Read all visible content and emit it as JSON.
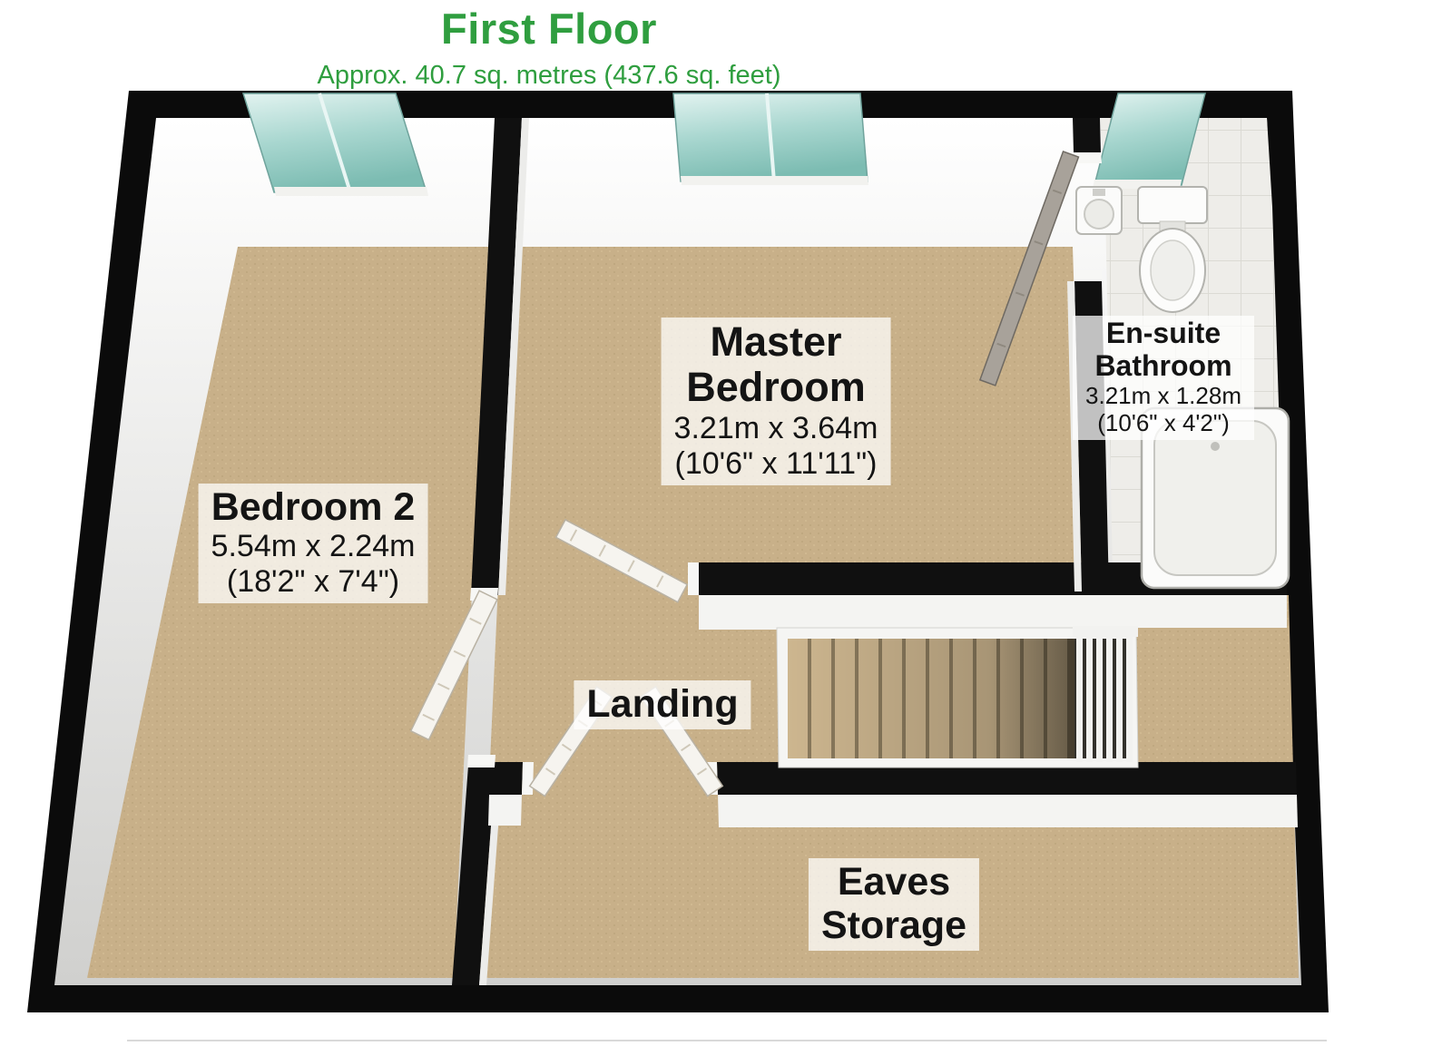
{
  "header": {
    "title": "First Floor",
    "subtitle": "Approx. 40.7 sq. metres (437.6 sq. feet)"
  },
  "rooms": {
    "bedroom2": {
      "name": "Bedroom 2",
      "metric": "5.54m x 2.24m",
      "imperial": "(18'2\" x 7'4\")"
    },
    "master": {
      "name_line1": "Master",
      "name_line2": "Bedroom",
      "metric": "3.21m x 3.64m",
      "imperial": "(10'6\" x 11'11\")"
    },
    "ensuite": {
      "name_line1": "En-suite",
      "name_line2": "Bathroom",
      "metric": "3.21m x 1.28m",
      "imperial": "(10'6\" x 4'2\")"
    },
    "landing": {
      "name": "Landing"
    },
    "eaves": {
      "name_line1": "Eaves",
      "name_line2": "Storage"
    }
  },
  "fixtures": [
    "window",
    "door",
    "staircase",
    "railing",
    "toilet",
    "sink",
    "bathtub"
  ],
  "colors": {
    "title_green": "#2f9e3f",
    "wall_black": "#0b0b0b",
    "floor_carpet": "#c8b089",
    "window_glass": "#8fc6bd",
    "tile_floor": "#eeede9",
    "label_background": "rgba(255,255,255,0.74)",
    "door_dark": "#a8a29a",
    "fixture_white": "#fbfbfa"
  }
}
